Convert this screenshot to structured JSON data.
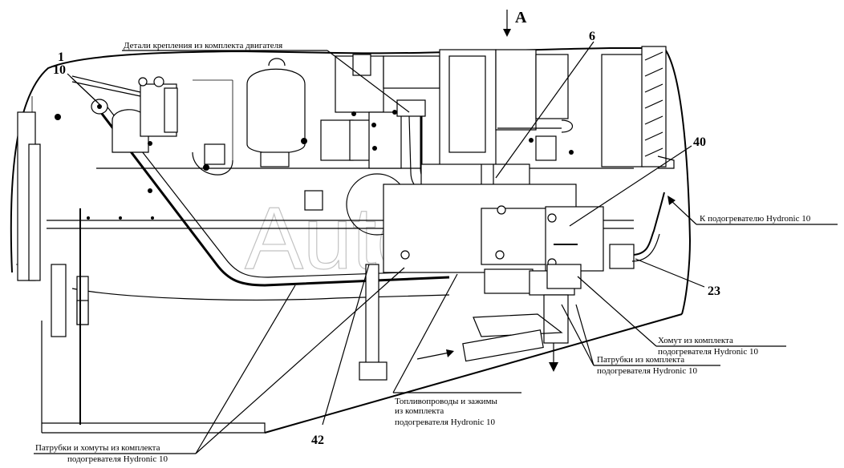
{
  "view_marker": "A",
  "callouts": {
    "c1": "1",
    "c10": "10",
    "c6": "6",
    "c40": "40",
    "c23": "23",
    "c42": "42"
  },
  "labels": {
    "engine_mounts": "Детали крепления из комплекта двигателя",
    "to_heater": "К подогревателю Hydronic 10",
    "clamp_line1": "Хомут из комплекта",
    "clamp_line2": "подогревателя Hydronic 10",
    "pipes_line1": "Патрубки из комплекта",
    "pipes_line2": "подогревателя Hydronic 10",
    "fuel_line1": "Топливопроводы и зажимы",
    "fuel_line2": "из комплекта",
    "fuel_line3": "подогревателя Hydronic 10",
    "pipes_clamps_line1": "Патрубки и хомуты из комплекта",
    "pipes_clamps_line2": "подогревателя Hydronic 10"
  },
  "watermark": "AutoSoft"
}
